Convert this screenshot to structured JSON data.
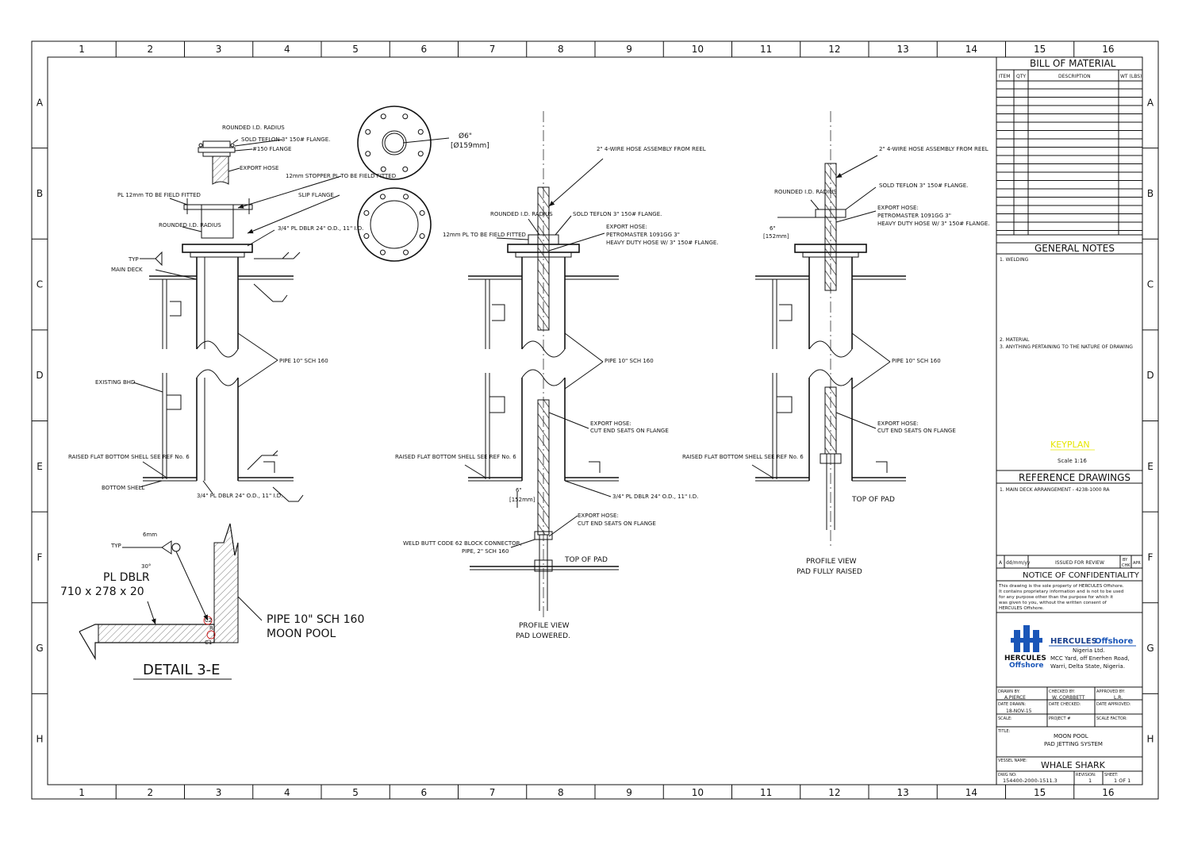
{
  "border": {
    "columns": [
      "1",
      "2",
      "3",
      "4",
      "5",
      "6",
      "7",
      "8",
      "9",
      "10",
      "11",
      "12",
      "13",
      "14",
      "15",
      "16"
    ],
    "rows": [
      "A",
      "B",
      "C",
      "D",
      "E",
      "F",
      "G",
      "H"
    ]
  },
  "left_view": {
    "labels": {
      "rounded_id_radius_top": "ROUNDED I.D. RADIUS",
      "solid_teflon": "SOLD TEFLON 3\" 150# FLANGE.",
      "flange_150": "#150 FLANGE",
      "export_hose": "EXPORT HOSE",
      "stopper": "12mm STOPPER PL TO BE FIELD FITTED",
      "slip_flange": "SLIP FLANGE",
      "pl12": "PL 12mm TO BE FIELD FITTED",
      "rounded_id_mid": "ROUNDED I.D. RADIUS",
      "dblr_top": "3/4\" PL DBLR 24\" O.D., 11\" I.D.",
      "typ": "TYP",
      "main_deck": "MAIN DECK",
      "pipe": "PIPE 10\" SCH 160",
      "existing_bhd": "EXISTING BHD",
      "raised_flat": "RAISED FLAT BOTTOM SHELL SEE REF No. 6",
      "bottom_shell": "BOTTOM SHELL",
      "dblr_bottom": "3/4\" PL DBLR 24\" O.D., 11\" I.D."
    }
  },
  "flange_detail": {
    "diameter": "Ø6\"",
    "diameter_mm": "[Ø159mm]"
  },
  "detail_3e": {
    "title": "DETAIL 3-E",
    "typ": "TYP",
    "weld": "6mm",
    "angle": "30°",
    "pl_dblr": "PL DBLR",
    "pl_size": "710 x 278 x 20",
    "pipe_line1": "PIPE 10\" SCH 160",
    "pipe_line2": "MOON POOL",
    "c2": "C2",
    "r": "R",
    "c1": "C1"
  },
  "middle_view": {
    "hose_assembly": "2\" 4-WIRE HOSE ASSEMBLY FROM REEL",
    "rounded_id": "ROUNDED I.D. RADIUS",
    "solid_teflon": "SOLD TEFLON 3\" 150# FLANGE.",
    "pl12": "12mm PL TO BE FIELD FITTED",
    "export_hose_1": "EXPORT HOSE:",
    "export_hose_2": "PETROMASTER 1091GG 3\"",
    "export_hose_3": "HEAVY DUTY HOSE W/ 3\" 150# FLANGE.",
    "pipe": "PIPE 10\" SCH 160",
    "cut_end_1": "EXPORT HOSE:",
    "cut_end_2": "CUT END SEATS ON FLANGE",
    "raised_flat": "RAISED FLAT BOTTOM SHELL SEE REF No. 6",
    "dim_in": "6\"",
    "dim_mm": "[152mm]",
    "dblr": "3/4\" PL DBLR 24\" O.D., 11\" I.D.",
    "cut_end_b1": "EXPORT HOSE:",
    "cut_end_b2": "CUT END SEATS ON FLANGE",
    "weld_butt_1": "WELD BUTT CODE 62 BLOCK CONNECTOR,",
    "weld_butt_2": "PIPE, 2\" SCH 160",
    "top_of_pad": "TOP OF PAD",
    "caption_1": "PROFILE VIEW",
    "caption_2": "PAD LOWERED."
  },
  "right_view": {
    "hose_assembly": "2\" 4-WIRE HOSE ASSEMBLY FROM REEL",
    "rounded_id": "ROUNDED I.D. RADIUS",
    "solid_teflon": "SOLD TEFLON 3\" 150# FLANGE.",
    "dim_in": "6\"",
    "dim_mm": "[152mm]",
    "export_hose_1": "EXPORT HOSE:",
    "export_hose_2": "PETROMASTER 1091GG 3\"",
    "export_hose_3": "HEAVY DUTY HOSE W/ 3\" 150# FLANGE.",
    "pipe": "PIPE 10\" SCH 160",
    "cut_end_1": "EXPORT HOSE:",
    "cut_end_2": "CUT END SEATS ON FLANGE",
    "raised_flat": "RAISED FLAT BOTTOM SHELL SEE REF No. 6",
    "top_of_pad": "TOP OF PAD",
    "caption_1": "PROFILE VIEW",
    "caption_2": "PAD FULLY RAISED"
  },
  "title_block": {
    "bom_title": "BILL OF MATERIAL",
    "bom_headers": [
      "ITEM",
      "QTY",
      "DESCRIPTION",
      "WT (LBS)"
    ],
    "general_notes_title": "GENERAL NOTES",
    "note1": "1. WELDING",
    "note2": "2. MATERIAL",
    "note3": "3. ANYTHING PERTAINING TO THE NATURE OF DRAWING",
    "keyplan": "KEYPLAN",
    "keyplan_scale": "Scale 1:16",
    "ref_title": "REFERENCE DRAWINGS",
    "ref1": "1. MAIN DECK ARRANGEMENT - 4238-1000 RA",
    "rev_letter": "A",
    "rev_date": "dd/mm/yy",
    "rev_desc": "ISSUED FOR REVIEW",
    "rev_by": "BY",
    "rev_chk": "CHK",
    "rev_apr": "APR",
    "notice_title": "NOTICE OF CONFIDENTIALITY",
    "notice_1": "This drawing is the sole property of HERCULES Offshore.",
    "notice_2": "It contains proprietary information and is not to be used",
    "notice_3": "for any purpose other than the purpose for which it",
    "notice_4": "was given to you, without the written consent of",
    "notice_5": "HERCULES Offshore.",
    "logo_word1": "HERCULES",
    "logo_word2": "Offshore",
    "company_1": "HERCULES",
    "company_2": "Offshore",
    "company_3": "Nigeria Ltd.",
    "company_4": "MCC Yard, off Enerhen Road,",
    "company_5": "Warri, Delta State, Nigeria.",
    "drawn_by_label": "DRAWN BY:",
    "drawn_by": "A.PIERCE",
    "checked_by_label": "CHECKED BY:",
    "checked_by": "W. CORBBETT",
    "approved_by_label": "APPROVED BY:",
    "approved_by": "L.R.",
    "date_drawn_label": "DATE DRAWN:",
    "date_drawn": "18-NOV-15",
    "date_checked_label": "DATE CHECKED:",
    "date_approved_label": "DATE APPROVED:",
    "scale_label": "SCALE:",
    "project_label": "PROJECT #",
    "scale_factor_label": "SCALE FACTOR:",
    "title_label": "TITLE:",
    "title_1": "MOON POOL",
    "title_2": "PAD JETTING SYSTEM",
    "vessel_label": "VESSEL NAME:",
    "vessel": "WHALE SHARK",
    "dwg_label": "DWG NO:",
    "dwg": "154400-2000-1511.3",
    "revision_label": "REVISION:",
    "revision": "1",
    "sheet_label": "SHEET:",
    "sheet": "1 OF 1"
  }
}
